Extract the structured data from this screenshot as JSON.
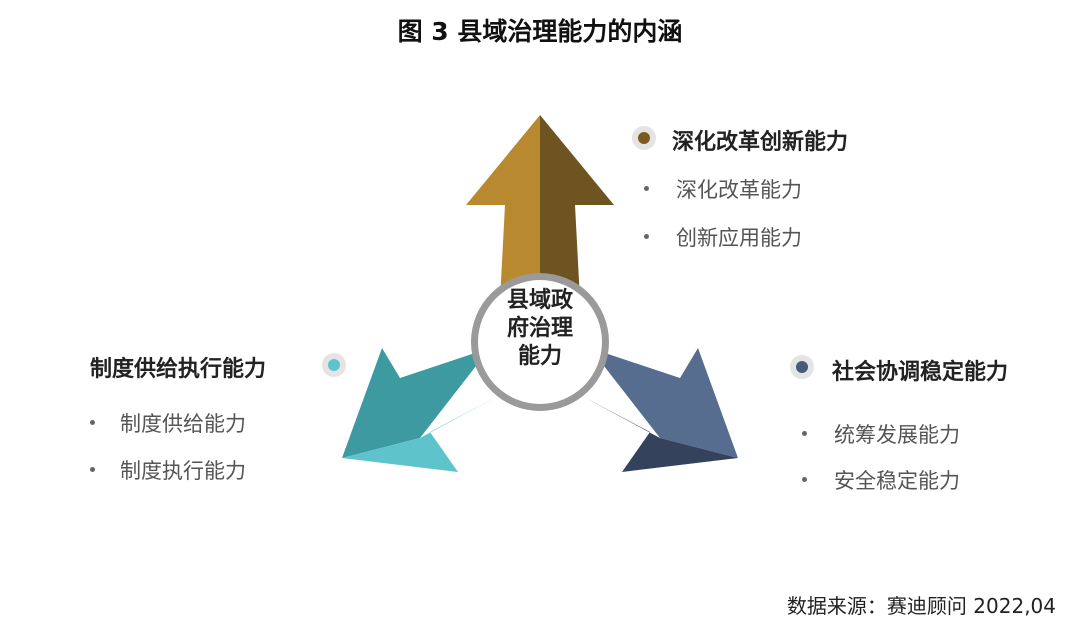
{
  "title": "图 3  县域治理能力的内涵",
  "center": {
    "lines": [
      "县域政",
      "府治理",
      "能力"
    ]
  },
  "groups": [
    {
      "id": "top-right",
      "title": "深化改革创新能力",
      "dot_color": "#7a5a1e",
      "items": [
        "深化改革能力",
        "创新应用能力"
      ]
    },
    {
      "id": "left",
      "title": "制度供给执行能力",
      "dot_color": "#5fc3cc",
      "items": [
        "制度供给能力",
        "制度执行能力"
      ]
    },
    {
      "id": "right",
      "title": "社会协调稳定能力",
      "dot_color": "#4a5a78",
      "items": [
        "统筹发展能力",
        "安全稳定能力"
      ]
    }
  ],
  "arrow_colors": {
    "up_light": "#b8892e",
    "up_dark": "#6e5421",
    "left_light": "#5fc3cc",
    "left_dark": "#3d9aa0",
    "right_light": "#566d90",
    "right_dark": "#34425c"
  },
  "source": "数据来源：赛迪顾问  2022,04"
}
